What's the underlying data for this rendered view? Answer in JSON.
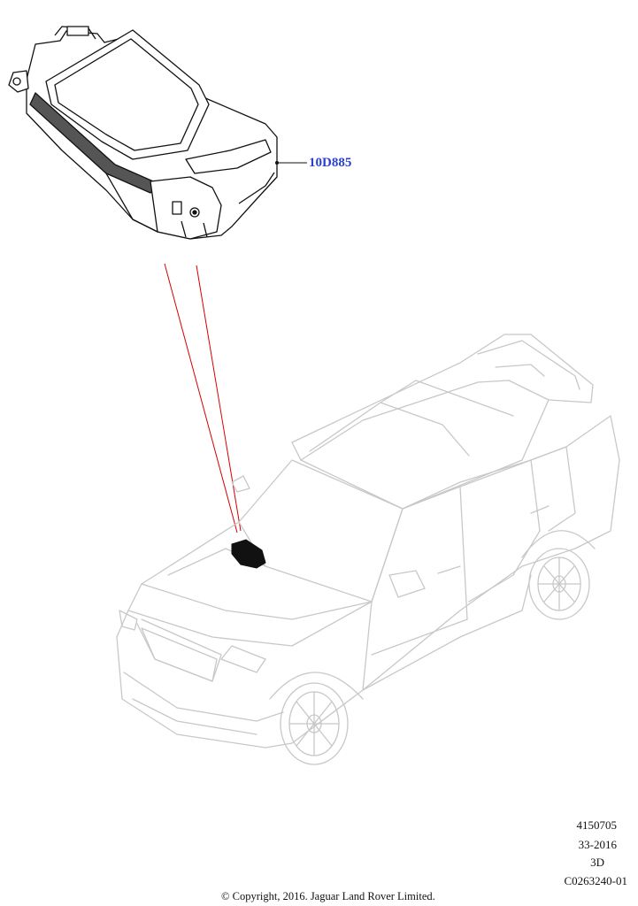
{
  "part_callout": {
    "label": "10D885"
  },
  "illustration_info": {
    "line1": "4150705",
    "line2": "33-2016",
    "line3": "3D",
    "line4": "C0263240-01"
  },
  "copyright": "© Copyright, 2016. Jaguar Land Rover Limited.",
  "colors": {
    "callout_text": "#2b3fd6",
    "leader_lines": "#d40000",
    "vehicle_outline": "#c8c8c8",
    "part_outline": "#111111"
  }
}
